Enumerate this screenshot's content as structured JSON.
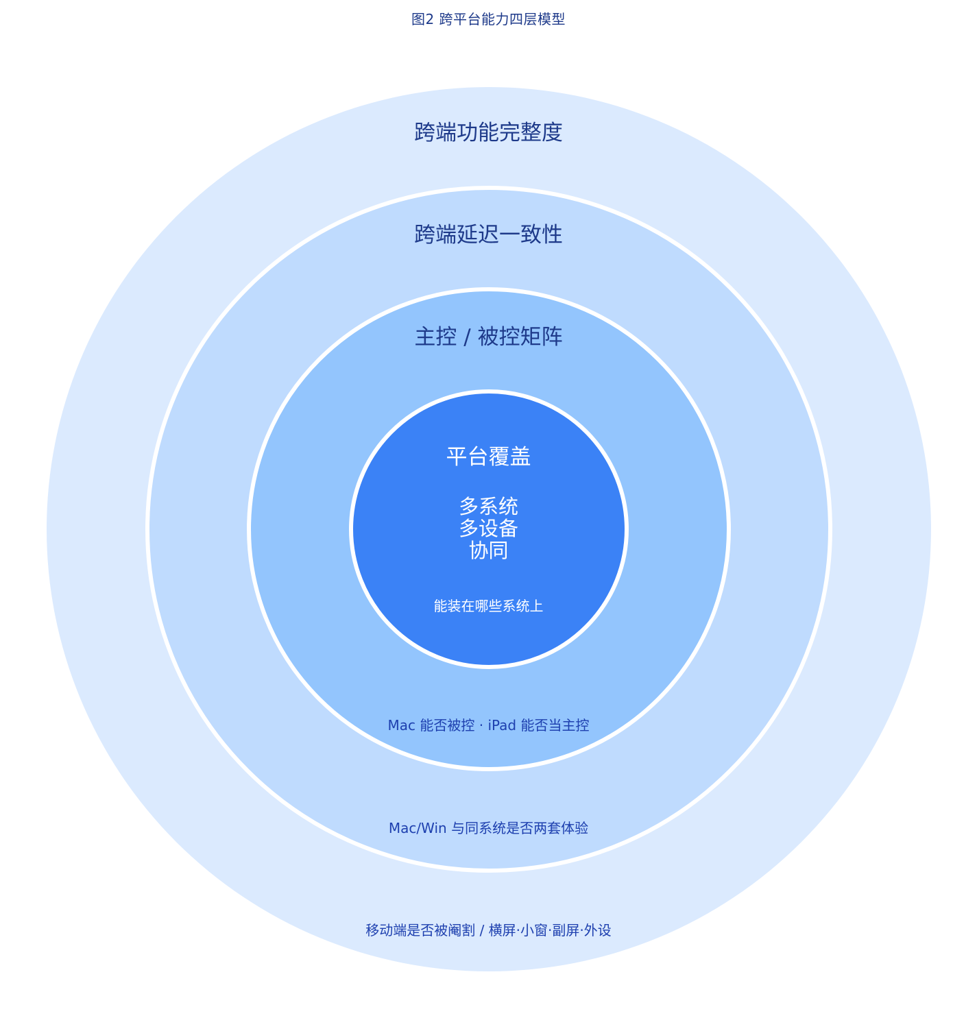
{
  "figure": {
    "title": "图2  跨平台能力四层模型"
  },
  "layers": {
    "outer": {
      "title": "跨端功能完整度",
      "description": "移动端是否被阉割 / 横屏·小窗·副屏·外设",
      "color": "#dbeafe"
    },
    "second": {
      "title": "跨端延迟一致性",
      "description": "Mac/Win 与同系统是否两套体验",
      "color": "#bfdbfe"
    },
    "third": {
      "title": "主控 / 被控矩阵",
      "description": "Mac 能否被控 · iPad 能否当主控",
      "color": "#93c5fd"
    },
    "core": {
      "title": "平台覆盖",
      "lines": [
        "多系统",
        "多设备",
        "协同"
      ],
      "description": "能装在哪些系统上",
      "color": "#3b82f6"
    }
  },
  "colors": {
    "title_text": "#1e3a8a",
    "desc_text": "#1e40af",
    "separator": "#ffffff"
  }
}
